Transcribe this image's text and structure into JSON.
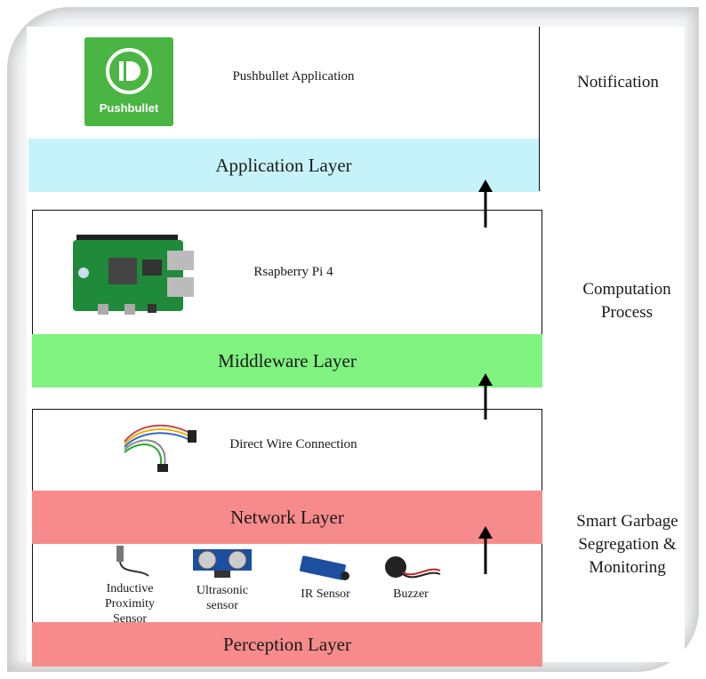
{
  "layers": {
    "application": {
      "title": "Application Layer",
      "component": "Pushbullet Application",
      "logo_text": "Pushbullet",
      "color": "#c6f3fa"
    },
    "middleware": {
      "title": "Middleware Layer",
      "component": "Rsapberry Pi 4",
      "color": "#7ff27f"
    },
    "network": {
      "title": "Network Layer",
      "component": "Direct Wire Connection",
      "color": "#f78b8b"
    },
    "perception": {
      "title": "Perception Layer",
      "color": "#f78b8b",
      "sensors": [
        {
          "label": "Inductive Proximity Sensor",
          "icon": "inductive-sensor-icon"
        },
        {
          "label": "Ultrasonic sensor",
          "icon": "ultrasonic-sensor-icon"
        },
        {
          "label": "IR Sensor",
          "icon": "ir-sensor-icon"
        },
        {
          "label": "Buzzer",
          "icon": "buzzer-icon"
        }
      ]
    }
  },
  "side_labels": {
    "notification": "Notification",
    "computation": "Computation Process",
    "smart": "Smart Garbage Segregation & Monitoring"
  },
  "colors": {
    "pushbullet_green": "#4bb543",
    "arrow": "#000000"
  }
}
